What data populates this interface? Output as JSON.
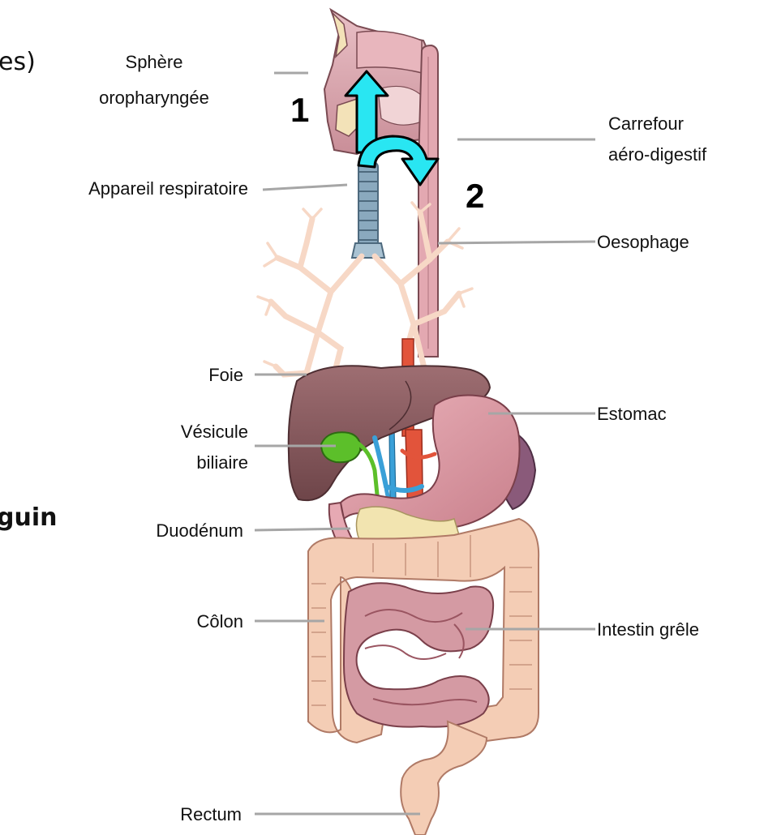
{
  "labels": {
    "sphere_line1": "Sphère",
    "sphere_line2": "oropharyngée",
    "carrefour_line1": "Carrefour",
    "carrefour_line2": "aéro-digestif",
    "respiratoire": "Appareil respiratoire",
    "oesophage": "Oesophage",
    "foie": "Foie",
    "vesicule_line1": "Vésicule",
    "vesicule_line2": "biliaire",
    "estomac": "Estomac",
    "duodenum": "Duodénum",
    "colon": "Côlon",
    "intestin": "Intestin grêle",
    "rectum": "Rectum"
  },
  "arrows": {
    "arrow1_number": "1",
    "arrow2_number": "2",
    "color": "#29e6f2"
  },
  "cropped_text": {
    "top_left": "es)",
    "mid_left": "guin"
  },
  "colors": {
    "liver": "#8a5a5e",
    "stomach": "#d99aa3",
    "intestine": "#c98a95",
    "colon": "#f4cdb5",
    "esophagus": "#e3a8b1",
    "trachea": "#8aa9be",
    "bronchi": "#f7d8c6",
    "gallbladder": "#5cbf2a",
    "pancreas": "#f2e4b0",
    "vein": "#3aa0d8",
    "artery": "#e2543b",
    "spleen": "#8a5a7a"
  }
}
